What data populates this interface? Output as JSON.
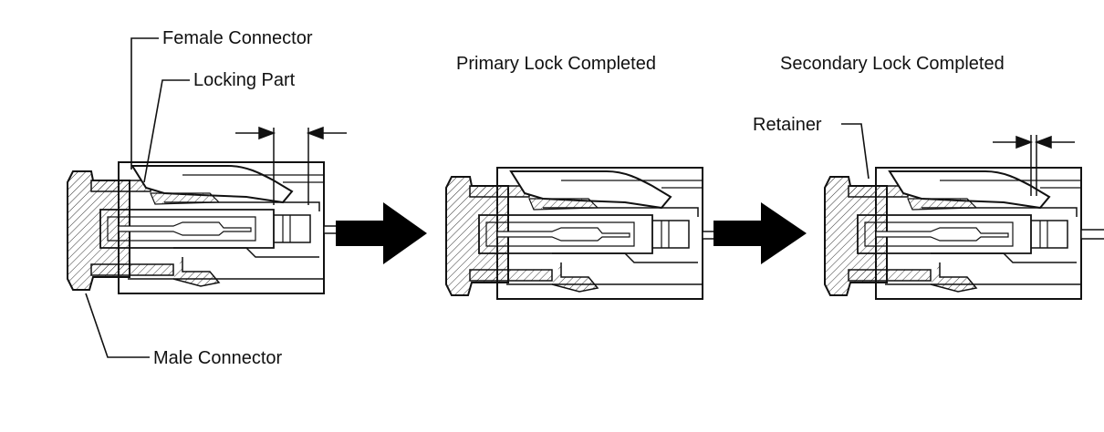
{
  "labels": {
    "female_connector": "Female Connector",
    "locking_part": "Locking Part",
    "male_connector": "Male Connector",
    "retainer": "Retainer"
  },
  "stages": {
    "primary": "Primary Lock Completed",
    "secondary": "Secondary Lock Completed"
  },
  "colors": {
    "line": "#111111",
    "arrow": "#000000",
    "background": "#ffffff"
  }
}
